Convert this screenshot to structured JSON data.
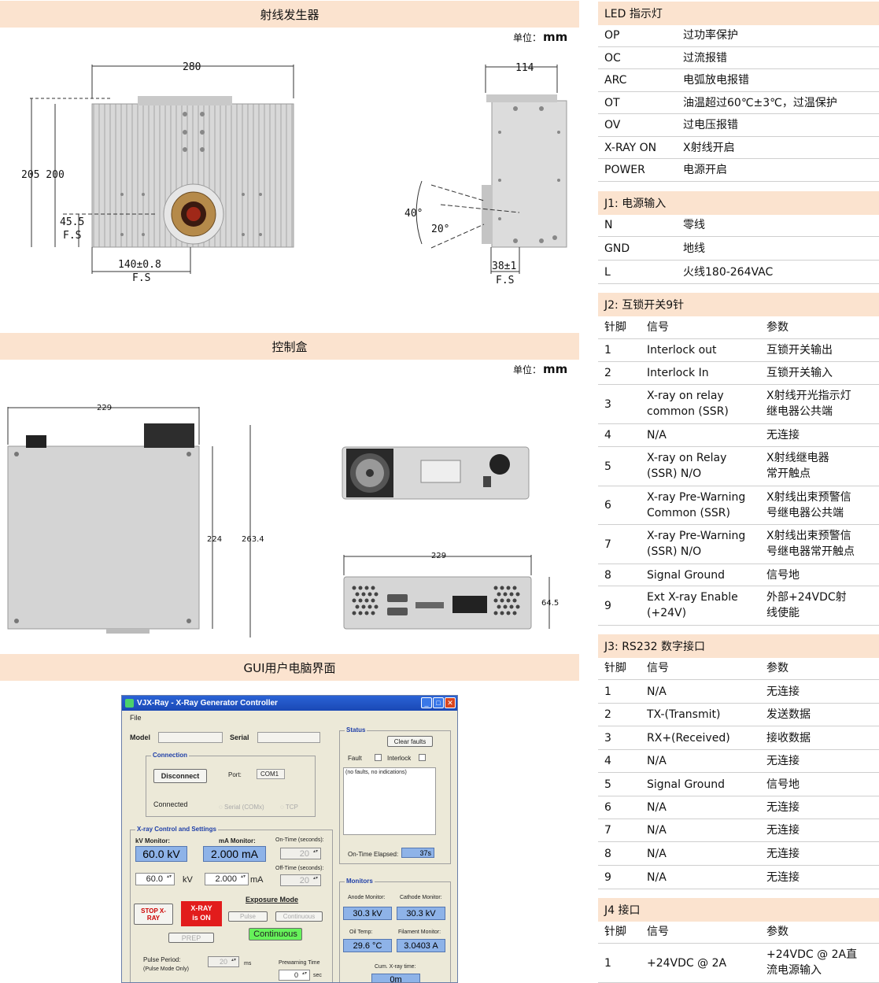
{
  "left": {
    "sections": {
      "generator": "射线发生器",
      "control_box": "控制盒",
      "gui": "GUI用户电脑界面"
    },
    "unit_label": "单位：",
    "unit_value": "mm",
    "generator_dims": {
      "width": "280",
      "heights": "205 200",
      "h_small": "45.5",
      "fs": "F.S",
      "offset": "140±0.8",
      "side_width": "114",
      "angle_outer": "40°",
      "angle_inner": "20°",
      "side_offset": "38±1"
    },
    "control_box_dims": {
      "top_width": "229",
      "height_inner": "224",
      "height_outer": "263.4",
      "front_width": "229",
      "front_height": "64.5"
    }
  },
  "gui": {
    "window_title": "VJX-Ray - X-Ray Generator Controller",
    "menu": "File",
    "model_label": "Model",
    "serial_label": "Serial",
    "connection": {
      "title": "Connection",
      "disconnect": "Disconnect",
      "port_label": "Port:",
      "port_value": "COM1",
      "connected": "Connected",
      "serial_opt": "Serial (COMx)",
      "tcp_opt": "TCP"
    },
    "status": {
      "title": "Status",
      "clear_faults": "Clear faults",
      "fault": "Fault",
      "interlock": "Interlock",
      "message": "(no faults, no indications)",
      "on_time_elapsed": "On-Time Elapsed:",
      "elapsed_value": "37s"
    },
    "xray": {
      "title": "X-ray Control and Settings",
      "kv_monitor": "kV Monitor:",
      "ma_monitor": "mA Monitor:",
      "kv_value": "60.0 kV",
      "ma_value": "2.000 mA",
      "on_time": "On-Time (seconds):",
      "on_time_val": "20",
      "off_time": "Off-Time (seconds):",
      "off_time_val": "20",
      "kv_set": "60.0",
      "kv_unit": "kV",
      "ma_set": "2.000",
      "ma_unit": "mA",
      "exposure_mode": "Exposure Mode",
      "stop": "STOP X-RAY",
      "xray_on": "X-RAY is ON",
      "pulse": "Pulse",
      "continuous": "Continuous",
      "continuous_active": "Continuous",
      "prep": "PREP",
      "pulse_period": "Pulse Period:",
      "pulse_mode_only": "(Pulse Mode Only)",
      "pulse_val": "20",
      "ms": "ms",
      "prewarning": "Prewarning Time",
      "prewarning_val": "0",
      "sec": "sec"
    },
    "monitors": {
      "title": "Monitors",
      "anode": "Anode Monitor:",
      "cathode": "Cathode Monitor:",
      "anode_val": "30.3 kV",
      "cathode_val": "30.3 kV",
      "oil": "Oil Temp:",
      "filament": "Filament Monitor:",
      "oil_val": "29.6 °C",
      "filament_val": "3.0403 A",
      "cum": "Cum. X-ray time:",
      "cum_val": "0m"
    }
  },
  "right": {
    "led": {
      "title": "LED 指示灯",
      "rows": [
        [
          "OP",
          "过功率保护"
        ],
        [
          "OC",
          "过流报错"
        ],
        [
          "ARC",
          "电弧放电报错"
        ],
        [
          "OT",
          "油温超过60℃±3℃，过温保护"
        ],
        [
          "OV",
          "过电压报错"
        ],
        [
          "X-RAY ON",
          "X射线开启"
        ],
        [
          "POWER",
          "电源开启"
        ]
      ]
    },
    "j1": {
      "title": "J1: 电源输入",
      "rows": [
        [
          "N",
          "零线"
        ],
        [
          "GND",
          "地线"
        ],
        [
          "L",
          "火线180-264VAC"
        ]
      ]
    },
    "j2": {
      "title": "J2: 互锁开关9针",
      "header": [
        "针脚",
        "信号",
        "参数"
      ],
      "rows": [
        [
          "1",
          "Interlock out",
          "互锁开关输出"
        ],
        [
          "2",
          "Interlock In",
          "互锁开关输入"
        ],
        [
          "3",
          "X-ray on relay\ncommon (SSR)",
          "X射线开光指示灯\n继电器公共端"
        ],
        [
          "4",
          "N/A",
          "无连接"
        ],
        [
          "5",
          "X-ray on Relay\n(SSR) N/O",
          "X射线继电器\n常开触点"
        ],
        [
          "6",
          "X-ray Pre-Warning\nCommon (SSR)",
          "X射线出束预警信\n号继电器公共端"
        ],
        [
          "7",
          "X-ray Pre-Warning\n(SSR) N/O",
          "X射线出束预警信\n号继电器常开触点"
        ],
        [
          "8",
          "Signal Ground",
          "信号地"
        ],
        [
          "9",
          "Ext X-ray Enable\n(+24V)",
          "外部+24VDC射\n线使能"
        ]
      ]
    },
    "j3": {
      "title": "J3: RS232 数字接口",
      "header": [
        "针脚",
        "信号",
        "参数"
      ],
      "rows": [
        [
          "1",
          "N/A",
          "无连接"
        ],
        [
          "2",
          "TX-(Transmit)",
          "发送数据"
        ],
        [
          "3",
          "RX+(Received)",
          "接收数据"
        ],
        [
          "4",
          "N/A",
          "无连接"
        ],
        [
          "5",
          "Signal Ground",
          "信号地"
        ],
        [
          "6",
          "N/A",
          "无连接"
        ],
        [
          "7",
          "N/A",
          "无连接"
        ],
        [
          "8",
          "N/A",
          "无连接"
        ],
        [
          "9",
          "N/A",
          "无连接"
        ]
      ]
    },
    "j4": {
      "title": "J4 接口",
      "header": [
        "针脚",
        "信号",
        "参数"
      ],
      "rows": [
        [
          "1",
          "+24VDC @ 2A",
          "+24VDC @ 2A直\n流电源输入"
        ]
      ]
    }
  }
}
